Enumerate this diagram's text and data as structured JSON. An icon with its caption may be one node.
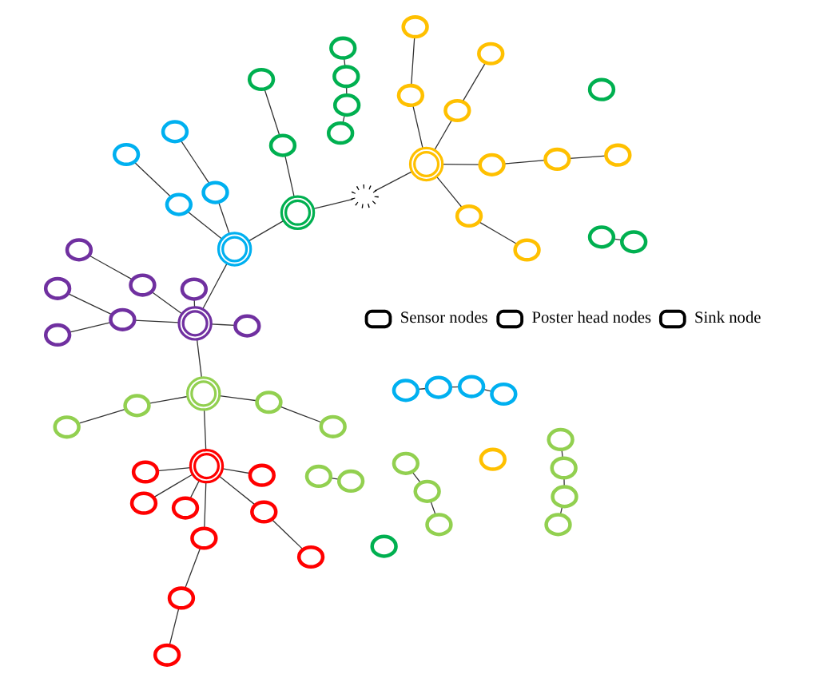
{
  "diagram": {
    "nodes": [
      {
        "text": [],
        "shape": "circle"
      },
      {
        "text": [],
        "shape": "circle"
      },
      {
        "text": [],
        "shape": "circle"
      },
      {
        "text": [],
        "shape": "circle"
      },
      {
        "text": [],
        "shape": "circle"
      },
      {
        "text": [],
        "shape": "circle"
      },
      {
        "text": [],
        "shape": "circle"
      },
      {
        "text": [],
        "shape": "circle"
      },
      {
        "text": [],
        "shape": "circle"
      },
      {
        "text": [],
        "shape": "circle"
      },
      {
        "text": [],
        "shape": "circle"
      },
      {
        "text": [],
        "shape": "circle"
      },
      {
        "text": [],
        "shape": "circle"
      },
      {
        "text": [],
        "shape": "circle"
      },
      {
        "text": [],
        "shape": "circle"
      },
      {
        "text": [],
        "shape": "circle"
      },
      {
        "text": [],
        "shape": "circle"
      },
      {
        "text": [],
        "shape": "circle"
      },
      {
        "text": [],
        "shape": "circle"
      },
      {
        "text": [],
        "shape": "circle"
      },
      {
        "text": [],
        "shape": "circle"
      },
      {
        "text": [],
        "shape": "circle"
      },
      {
        "text": [],
        "shape": "circle"
      },
      {
        "text": [],
        "shape": "circle"
      },
      {
        "text": [],
        "shape": "circle"
      },
      {
        "text": [],
        "shape": "circle"
      },
      {
        "text": [],
        "shape": "circle"
      },
      {
        "text": [],
        "shape": "circle"
      },
      {
        "text": [],
        "shape": "circle"
      },
      {
        "text": [],
        "shape": "circle"
      },
      {
        "text": [],
        "shape": "circle"
      },
      {
        "text": [],
        "shape": "circle"
      },
      {
        "text": [],
        "shape": "circle"
      },
      {
        "text": [],
        "shape": "circle"
      },
      {
        "text": [],
        "shape": "circle"
      },
      {
        "text": [],
        "shape": "circle"
      },
      {
        "text": [],
        "shape": "circle"
      },
      {
        "text": [],
        "shape": "circle"
      },
      {
        "text": [],
        "shape": "circle"
      },
      {
        "text": [],
        "shape": "circle"
      },
      {
        "text": [],
        "shape": "circle"
      },
      {
        "text": [],
        "shape": "circle"
      },
      {
        "text": [],
        "shape": "circle"
      },
      {
        "text": [],
        "shape": "circle"
      },
      {
        "text": [],
        "shape": "circle"
      },
      {
        "text": [],
        "shape": "circle"
      },
      {
        "text": [],
        "shape": "circle"
      },
      {
        "text": [],
        "shape": "circle"
      },
      {
        "text": [],
        "shape": "circle"
      },
      {
        "text": [],
        "shape": "circle"
      },
      {
        "text": [],
        "shape": "circle"
      },
      {
        "text": [],
        "shape": "circle"
      },
      {
        "text": [],
        "shape": "circle"
      },
      {
        "text": [],
        "shape": "circle"
      },
      {
        "text": [],
        "shape": "circle"
      },
      {
        "text": [],
        "shape": "circle"
      },
      {
        "text": [],
        "shape": "circle"
      },
      {
        "text": [],
        "shape": "circle"
      },
      {
        "text": [],
        "shape": "circle"
      },
      {
        "text": [],
        "shape": "circle"
      },
      {
        "text": [],
        "shape": "circle"
      },
      {
        "text": [],
        "shape": "circle"
      },
      {
        "text": [],
        "shape": "circle"
      },
      {
        "text": [],
        "shape": "circle"
      }
    ],
    "edges": [
      {
        "from": 3,
        "to": 0,
        "arrow": "none"
      },
      {
        "from": 3,
        "to": 1,
        "arrow": "none"
      },
      {
        "from": 3,
        "to": 2,
        "arrow": "none"
      },
      {
        "from": 3,
        "to": 4,
        "arrow": "none"
      },
      {
        "from": 3,
        "to": 5,
        "arrow": "none"
      },
      {
        "from": 3,
        "to": 6,
        "arrow": "none"
      },
      {
        "from": 4,
        "to": 7,
        "arrow": "none"
      },
      {
        "from": 5,
        "to": 8,
        "arrow": "none"
      },
      {
        "from": 8,
        "to": 9,
        "arrow": "none"
      },
      {
        "from": 3,
        "to": 18,
        "arrow": "none"
      },
      {
        "from": 10,
        "to": 11,
        "arrow": "none"
      },
      {
        "from": 11,
        "to": 12,
        "arrow": "none"
      },
      {
        "from": 12,
        "to": 13,
        "arrow": "none"
      },
      {
        "from": 14,
        "to": 15,
        "arrow": "none"
      },
      {
        "from": 15,
        "to": 18,
        "arrow": "none"
      },
      {
        "from": 16,
        "to": 18,
        "arrow": "none"
      },
      {
        "from": 16,
        "to": 17,
        "arrow": "none"
      },
      {
        "from": 19,
        "to": 21,
        "arrow": "none"
      },
      {
        "from": 20,
        "to": 22,
        "arrow": "none"
      },
      {
        "from": 22,
        "to": 23,
        "arrow": "none"
      },
      {
        "from": 18,
        "to": 28,
        "arrow": "none"
      },
      {
        "from": 24,
        "to": 26,
        "arrow": "none"
      },
      {
        "from": 25,
        "to": 26,
        "arrow": "none"
      },
      {
        "from": 26,
        "to": 28,
        "arrow": "none"
      },
      {
        "from": 27,
        "to": 29,
        "arrow": "none"
      },
      {
        "from": 28,
        "to": 29,
        "arrow": "none"
      },
      {
        "from": 28,
        "to": 30,
        "arrow": "none"
      },
      {
        "from": 28,
        "to": 31,
        "arrow": "none"
      },
      {
        "from": 28,
        "to": 61,
        "arrow": "none"
      },
      {
        "from": 32,
        "to": 33,
        "arrow": "none"
      },
      {
        "from": 33,
        "to": 38,
        "arrow": "none"
      },
      {
        "from": 34,
        "to": 35,
        "arrow": "none"
      },
      {
        "from": 35,
        "to": 38,
        "arrow": "none"
      },
      {
        "from": 38,
        "to": 43,
        "arrow": "none"
      },
      {
        "from": 37,
        "to": 39,
        "arrow": "none"
      },
      {
        "from": 39,
        "to": 41,
        "arrow": "none"
      },
      {
        "from": 38,
        "to": 41,
        "arrow": "none"
      },
      {
        "from": 38,
        "to": 42,
        "arrow": "none"
      },
      {
        "from": 42,
        "to": 40,
        "arrow": "none"
      },
      {
        "from": 44,
        "to": 46,
        "arrow": "none"
      },
      {
        "from": 43,
        "to": 48,
        "arrow": "none"
      },
      {
        "from": 48,
        "to": 53,
        "arrow": "none"
      },
      {
        "from": 53,
        "to": 54,
        "arrow": "none"
      },
      {
        "from": 48,
        "to": 61,
        "arrow": "none"
      },
      {
        "from": 49,
        "to": 50,
        "arrow": "none"
      },
      {
        "from": 50,
        "to": 51,
        "arrow": "none"
      },
      {
        "from": 51,
        "to": 52,
        "arrow": "none"
      },
      {
        "from": 55,
        "to": 56,
        "arrow": "none"
      },
      {
        "from": 56,
        "to": 58,
        "arrow": "none"
      },
      {
        "from": 58,
        "to": 57,
        "arrow": "none"
      },
      {
        "from": 59,
        "to": 60,
        "arrow": "none"
      },
      {
        "from": 61,
        "to": 60,
        "arrow": "none"
      },
      {
        "from": 61,
        "to": 62,
        "arrow": "none"
      },
      {
        "from": 62,
        "to": 63,
        "arrow": "none"
      }
    ],
    "legend": [
      {
        "text": "Sensor nodes"
      },
      {
        "text": "Poster head nodes"
      },
      {
        "text": "Sink node"
      }
    ]
  }
}
